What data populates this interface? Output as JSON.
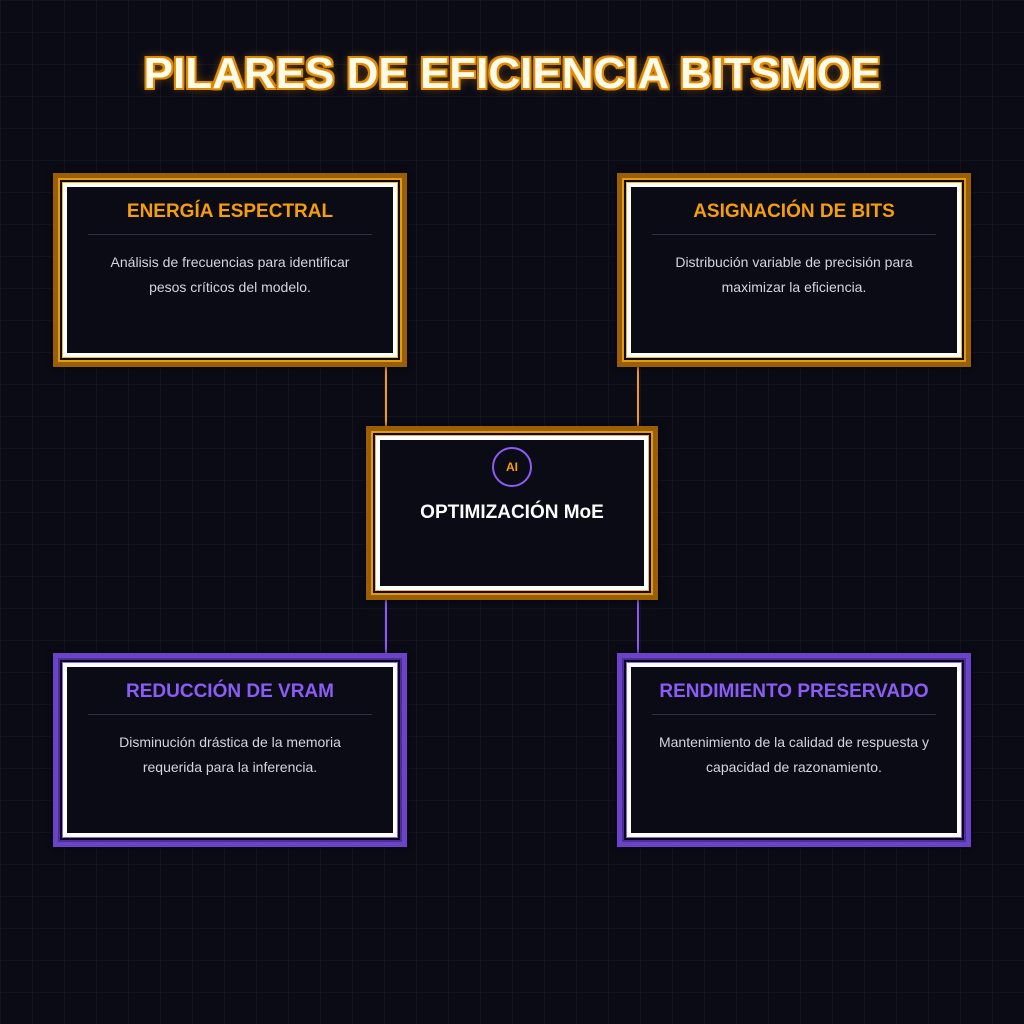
{
  "title": "PILARES DE EFICIENCIA BITSMOE",
  "colors": {
    "orange": "#f59e0b",
    "purple": "#8b5cf6",
    "background": "#0b0b16",
    "white": "#ffffff"
  },
  "center": {
    "badge": "AI",
    "title": "OPTIMIZACIÓN MoE"
  },
  "cards": [
    {
      "title": "ENERGÍA ESPECTRAL",
      "description": "Análisis de frecuencias para identificar pesos críticos del modelo.",
      "color": "orange"
    },
    {
      "title": "ASIGNACIÓN DE BITS",
      "description": "Distribución variable de precisión para maximizar la eficiencia.",
      "color": "orange"
    },
    {
      "title": "REDUCCIÓN DE VRAM",
      "description": "Disminución drástica de la memoria requerida para la inferencia.",
      "color": "purple"
    },
    {
      "title": "RENDIMIENTO PRESERVADO",
      "description": "Mantenimiento de la calidad de respuesta y capacidad de razonamiento.",
      "color": "purple"
    }
  ]
}
